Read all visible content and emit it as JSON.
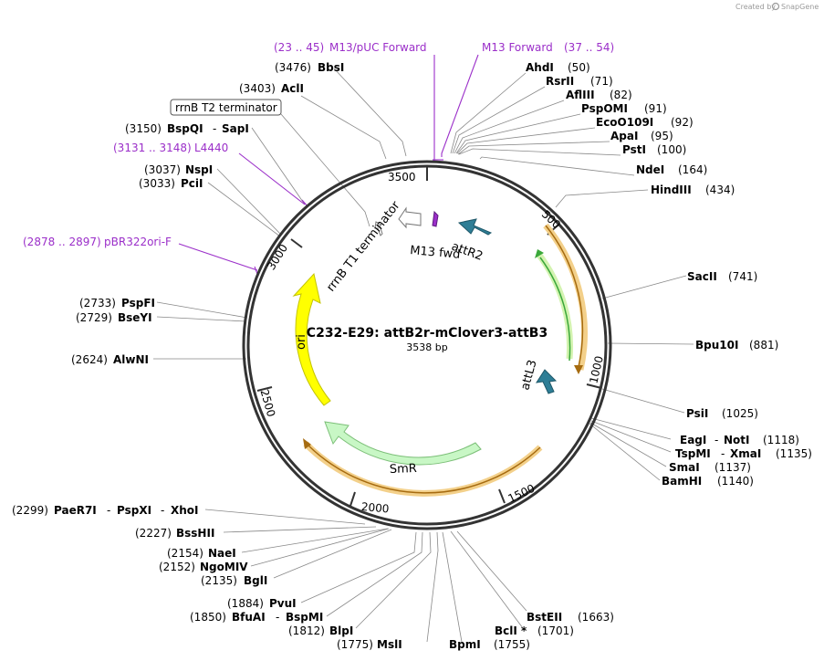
{
  "created_by": "Created by",
  "brand": "SnapGene",
  "plasmid": {
    "name": "C232-E29: attB2r-mClover3-attB3",
    "size": "3538 bp"
  },
  "ticks": [
    "500",
    "1000",
    "1500",
    "2000",
    "2500",
    "3000",
    "3500"
  ],
  "sites": [
    {
      "name": "AhdI",
      "pos": "(50)"
    },
    {
      "name": "RsrII",
      "pos": "(71)"
    },
    {
      "name": "AflIII",
      "pos": "(82)"
    },
    {
      "name": "PspOMI",
      "pos": "(91)"
    },
    {
      "name": "EcoO109I",
      "pos": "(92)"
    },
    {
      "name": "ApaI",
      "pos": "(95)"
    },
    {
      "name": "PstI",
      "pos": "(100)"
    },
    {
      "name": "NdeI",
      "pos": "(164)"
    },
    {
      "name": "HindIII",
      "pos": "(434)"
    },
    {
      "name": "SacII",
      "pos": "(741)"
    },
    {
      "name": "Bpu10I",
      "pos": "(881)"
    },
    {
      "name": "PsiI",
      "pos": "(1025)"
    },
    {
      "name": "EagI",
      "sep": "-",
      "name2": "NotI",
      "pos": "(1118)"
    },
    {
      "name": "TspMI",
      "sep": "-",
      "name2": "XmaI",
      "pos": "(1135)"
    },
    {
      "name": "SmaI",
      "pos": "(1137)"
    },
    {
      "name": "BamHI",
      "pos": "(1140)"
    },
    {
      "name": "BstEII",
      "pos": "(1663)"
    },
    {
      "name": "BclI *",
      "pos": "(1701)"
    },
    {
      "name": "BpmI",
      "pos": "(1755)"
    },
    {
      "name": "MslI",
      "pos": "(1775)"
    },
    {
      "name": "BlpI",
      "pos": "(1812)"
    },
    {
      "name": "BfuAI",
      "sep": "-",
      "name2": "BspMI",
      "pos": "(1850)"
    },
    {
      "name": "PvuI",
      "pos": "(1884)"
    },
    {
      "name": "BglI",
      "pos": "(2135)"
    },
    {
      "name": "NgoMIV",
      "pos": "(2152)"
    },
    {
      "name": "NaeI",
      "pos": "(2154)"
    },
    {
      "name": "BssHII",
      "pos": "(2227)"
    },
    {
      "name": "PaeR7I",
      "sep": "-",
      "name2": "PspXI",
      "sep2": "-",
      "name3": "XhoI",
      "pos": "(2299)"
    },
    {
      "name": "AlwNI",
      "pos": "(2624)"
    },
    {
      "name": "BseYI",
      "pos": "(2729)"
    },
    {
      "name": "PspFI",
      "pos": "(2733)"
    },
    {
      "name": "PciI",
      "pos": "(3033)"
    },
    {
      "name": "NspI",
      "pos": "(3037)"
    },
    {
      "name": "BspQI",
      "sep": "-",
      "name2": "SapI",
      "pos": "(3150)"
    },
    {
      "name": "AclI",
      "pos": "(3403)"
    },
    {
      "name": "BbsI",
      "pos": "(3476)"
    }
  ],
  "primers": [
    {
      "range": "(23 .. 45)",
      "name": "M13/pUC Forward"
    },
    {
      "range": "(37 .. 54)",
      "name": "M13 Forward"
    },
    {
      "range": "(3131 .. 3148)",
      "name": "L4440"
    },
    {
      "range": "(2878 .. 2897)",
      "name": "pBR322ori-F"
    }
  ],
  "boxed_label": "rrnB T2 terminator",
  "features": [
    "rrnB T1 terminator",
    "M13 fwd",
    "attR2",
    "attL3",
    "ori",
    "SmR"
  ],
  "colors": {
    "primer": "#9b2fc9",
    "orf": "#e8a33b",
    "green_orf": "#3aa83a",
    "attR": "#2e7e96",
    "ori": "#ffff00",
    "smr": "#c8f7c5",
    "circle": "#333333"
  }
}
